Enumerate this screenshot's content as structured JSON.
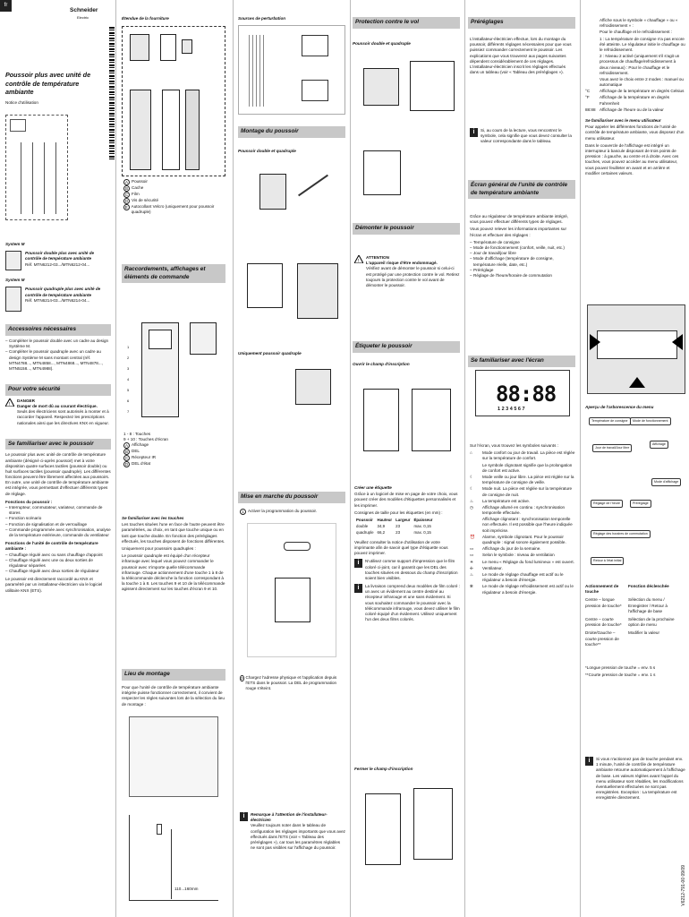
{
  "lang_tab": "fr",
  "brand": {
    "name": "Schneider",
    "sub": "Electric"
  },
  "col1": {
    "title": "Poussoir plus avec unité de contrôle de température ambiante",
    "subtitle": "Notice d'utilisation",
    "systems": [
      {
        "system": "System M",
        "name": "Poussoir double plus avec unité de contrôle de température ambiante",
        "ref": "Réf. MTN6212-03.../MTN6212-04..."
      },
      {
        "system": "System M",
        "name": "Poussoir quadruple plus avec unité de contrôle de température ambiante",
        "ref": "Réf. MTN6214-03.../MTN6214-04..."
      }
    ],
    "accessories_title": "Accessoires nécessaires",
    "accessories": [
      "Compléter le poussoir double avec un cadre au design Système M.",
      "Compléter le poussoir quadruple avec un cadre au design Système M sans montant central (réf. MTN4788..., MTN4858..., MTN4868..., MTN4878..., MTN5158..., MTN4988)."
    ],
    "safety_title": "Pour votre sécurité",
    "danger_title": "DANGER",
    "danger_sub": "Danger de mort dû au courant électrique.",
    "danger_text": "Seuls des électriciens sont autorisés à monter et à raccorder l'appareil. Respectez les prescriptions nationales ainsi que les directives KNX en vigueur.",
    "familiar_title": "Se familiariser avec le poussoir",
    "familiar_text": "Le poussoir plus avec unité de contrôle de température ambiante (désigné ci-après poussoir) met à votre disposition quatre surfaces tactiles (poussoir double) ou huit surfaces tactiles (poussoir quadruple). Les différentes fonctions peuvent être librement affectées aux poussoirs. En outre, une unité de contrôle de température ambiante est intégrée, vous permettant d'effectuer différents types de réglage.",
    "functions_title": "Fonctions du poussoir :",
    "functions": [
      "Interrupteur, commutateur, variateur, commande de stores",
      "Fonction scénario",
      "Fonction de signalisation et de verrouillage",
      "Commande programmée avec synchronisation, analyse de la température extérieure, commande du ventilateur"
    ],
    "temp_title": "Fonctions de l'unité de contrôle de température ambiante :",
    "temp_functions": [
      "Chauffage régulé avec ou sans chauffage d'appoint",
      "Chauffage régulé avec une ou deux sorties de régulateur séparées",
      "Chauffage régulé avec deux sorties de régulateur"
    ],
    "etc_text": "Le poussoir est directement raccordé au KNX et paramétré par un installateur-électricien via le logiciel utilitaire KNX (ETS)."
  },
  "col2": {
    "delivery_title": "Étendue de la fourniture",
    "parts": [
      {
        "key": "A",
        "label": "Poussoir"
      },
      {
        "key": "B",
        "label": "Cache"
      },
      {
        "key": "C",
        "label": "Film"
      },
      {
        "key": "D",
        "label": "Vis de sécurité"
      },
      {
        "key": "E",
        "label": "Autocollant Velcro (uniquement pour poussoir quadruple)"
      }
    ],
    "conn_title": "Raccordements, affichages et éléments de commande",
    "conn_legend": [
      "1 - 8 : Touches",
      "9 + 10 : Touches d'écran"
    ],
    "conn_keys": [
      {
        "key": "A",
        "label": "Affichage"
      },
      {
        "key": "B",
        "label": "DEL"
      },
      {
        "key": "C",
        "label": "Récepteur IR"
      },
      {
        "key": "D",
        "label": "DEL d'état"
      }
    ],
    "touches_title": "Se familiariser avec les touches",
    "touches_text": "Les touches situées l'une en face de l'autre peuvent être paramétrées, au choix, en tant que touche unique ou en tant que touche double. En fonction des préréglages effectués, les touches disposent de fonctions différentes.",
    "touches_text2": "Uniquement pour poussoirs quadruples :",
    "touches_text3": "Le poussoir quadruple est équipé d'un récepteur infrarouge avec lequel vous pouvez commander le poussoir avec n'importe quelle télécommande infrarouge. Chaque actionnement d'une touche 1 à 8 de la télécommande déclenche la fonction correspondant à la touche 1 à 8. Les touches 9 et 10 de la télécommande agissent directement sur les touches d'écran 9 et 10.",
    "mount_title": "Lieu de montage",
    "mount_text": "Pour que l'unité de contrôle de température ambiante intégrée puisse fonctionner correctement, il convient de respecter les règles suivantes lors de la sélection du lieu de montage :",
    "height": "110...160mm"
  },
  "col3": {
    "disturb_title": "Sources de perturbation",
    "montage_title": "Montage du poussoir",
    "montage_sub": "Poussoir double et quadruple",
    "quad_only": "Uniquement poussoir quadruple",
    "startup_title": "Mise en marche du poussoir",
    "startup_step1": "Activer la programmation du poussoir.",
    "startup_step2": "Chargez l'adresse physique et l'application depuis l'ETS dans le poussoir. La DEL de programmation rouge s'éteint.",
    "remark_title": "Remarque à l'attention de l'installateur-électricien",
    "remark_text": "Veuillez toujours noter dans le tableau de configuration les réglages importants que vous avez effectués dans l'ETS (voir « Tableau des préréglages »), car tous les paramètres réglables ne sont pas visibles sur l'affichage du poussoir."
  },
  "col4": {
    "protect_title": "Protection contre le vol",
    "protect_sub": "Poussoir double et quadruple",
    "remove_title": "Démonter le poussoir",
    "attention": "ATTENTION",
    "attention_sub": "L'appareil risque d'être endommagé.",
    "attention_text": "Vérifiez avant de démonter le poussoir si celui-ci est protégé par une protection contre le vol. Retirez toujours la protection contre le vol avant de démonter le poussoir.",
    "label_title": "Étiqueter le poussoir",
    "label_sub": "Ouvrir le champ d'inscription",
    "create_title": "Créer une étiquette",
    "create_text": "Grâce à un logiciel de mise en page de votre choix, vous pouvez créer des modèles d'étiquettes personnalisés et les imprimer.",
    "dims_intro": "Consignes de taille pour les étiquettes (en mm) :",
    "dims_headers": [
      "Poussoir",
      "Hauteur",
      "Largeur",
      "Épaisseur"
    ],
    "dims_rows": [
      [
        "double",
        "34,9",
        "23",
        "max. 0,15"
      ],
      [
        "quadruple",
        "66,2",
        "23",
        "max. 0,15"
      ]
    ],
    "dims_note": "Veuillez consulter la notice d'utilisation de votre imprimante afin de savoir quel type d'étiquette vous pouvez imprimer.",
    "note1": "N'utilisez comme support d'impression que le film coloré ci-joint, car il garantit que les DEL des touches situées en dessous du champ d'inscription soient bien visibles.",
    "note2": "La livraison comprend deux modèles de film coloré : un avec un évidement au centre destiné au récepteur infrarouge et une sans évidement. Si vous souhaitez commander le poussoir avec la télécommande infrarouge, vous devez utiliser le film coloré équipé d'un évidement. Utilisez uniquement l'un des deux films colorés.",
    "close_title": "Fermer le champ d'inscription"
  },
  "col5": {
    "preset_title": "Préréglages",
    "preset_text": "L'installateur-électricien effectue, lors du montage du poussoir, différents réglages nécessaires pour que vous puissiez commander correctement le poussoir. Les explications que vous trouverez aux pages suivantes dépendent considérablement de ces réglages. L'installateur-électricien inscrit les réglages effectués dans un tableau (voir « Tableau des préréglages »).",
    "preset_note": "Si, au cours de la lecture, vous rencontrez le symbole, cela signifie que vous devez consulter la valeur correspondante dans le tableau.",
    "screen_title": "Écran général de l'unité de contrôle de température ambiante",
    "screen_text": "Grâce au régulateur de température ambiante intégré, vous pouvez effectuer différents types de réglages.",
    "screen_text2": "Vous pouvez relever les informations importantes sur l'écran et effectuer des réglages :",
    "screen_items": [
      "Température de consigne",
      "Mode de fonctionnement (confort, veille, nuit, etc.)",
      "Jour de travail/jour libre",
      "Mode d'affichage (température de consigne, température réelle, date, etc.)",
      "Préréglage",
      "Réglage de l'heure/horaire de commutation"
    ],
    "screen2_title": "Se familiariser avec l'écran",
    "lcd_digits": "88:88",
    "lcd_days": "1 2 3 4 5 6 7",
    "screen2_intro": "Sur l'écran, vous trouvez les symboles suivants :",
    "symbols": [
      "Mode confort ou jour de travail. La pièce est réglée sur la température de confort.",
      "Le symbole clignotant signifie que la prolongation de confort est active.",
      "Mode veille ou jour libre. La pièce est réglée sur la température de consigne de veille.",
      "Mode nuit. La pièce est réglée sur la température de consigne de nuit.",
      "La température est active.",
      "Affichage allumé en continu : synchronisation temporelle effectuée.",
      "Affichage clignotant : synchronisation temporelle non effectuée. Il est possible que l'heure indiquée soit imprécise.",
      "Alarme, symbole clignotant. Pour le poussoir quadruple : signal sonore également possible.",
      "Affichage du jour de la semaine.",
      "Selon le symbole : niveau de ventilation",
      "Le menu « Réglage du fond lumineux » est ouvert.",
      "Ventilateur.",
      "Le mode de réglage chauffage est actif ou le régulateur a besoin d'énergie.",
      "Le mode de réglage refroidissement est actif ou le régulateur a besoin d'énergie."
    ]
  },
  "col6": {
    "display_items": [
      {
        "k": "",
        "v": "Affiche sous le symbole « chauffage » ou « refroidissement » :"
      },
      {
        "k": "",
        "v": "Pour le chauffage et le refroidissement :"
      },
      {
        "k": "",
        "v": "1 : La température de consigne n'a pas encore été atteinte. Le régulateur initie le chauffage ou le refroidissement."
      },
      {
        "k": "",
        "v": "2 : Niveau 2 activé (uniquement s'il s'agit un processus de chauffage/refroidissement à deux niveaux) : Pour le chauffage et le refroidissement."
      },
      {
        "k": "",
        "v": "Vous avez le choix entre 2 modes : manuel ou automatique"
      },
      {
        "k": "°C",
        "v": "Affichage de la température en degrés Celsius"
      },
      {
        "k": "°F",
        "v": "Affichage de la température en degrés Fahrenheit"
      },
      {
        "k": "88:88",
        "v": "Affichage de l'heure ou de la valeur"
      }
    ],
    "menu_title": "Se familiariser avec le menu utilisateur",
    "menu_text": "Pour appeler les différentes fonctions de l'unité de contrôle de température ambiante, vous disposez d'un menu utilisateur.",
    "menu_text2": "Dans le couvercle de l'affichage est intégré un interrupteur à bascule disposant de trois points de pression : à gauche, au centre et à droite. Avec ces touches, vous pouvez accéder au menu utilisateur, vous pouvez feuilleter en avant et en arrière et modifier certaines valeurs.",
    "tree_title": "Aperçu de l'arborescence du menu",
    "tree_nodes": [
      "Température de consigne",
      "Mode de fonctionnement",
      "Jour de travail/Jour libre",
      "Affichage",
      "Mode d'affichage",
      "Préréglage",
      "Réglage de l'heure",
      "Réglage des horaires de commutation",
      "Retour à l'état initial"
    ],
    "actions_header": [
      "Actionnement de touche",
      "Fonction déclenchée"
    ],
    "actions": [
      {
        "k": "Centre – longue pression de touche*",
        "v": "Sélection du menu / Enregistrer / Retour à l'affichage de base"
      },
      {
        "k": "Centre – courte pression de touche*",
        "v": "Sélection de la prochaine option de menu"
      },
      {
        "k": "Droite/Gauche – courte pression de touche**",
        "v": "Modifier la valeur"
      }
    ],
    "footnote1": "*Longue pression de touche = env. 5 s",
    "footnote2": "**Courte pression de touche = env. 1 s",
    "final_note": "Si vous n'actionnez pas de touche pendant env. 1 minute, l'unité de contrôle de température ambiante retourne automatiquement à l'affichage de base. Les valeurs réglées avant l'appel du menu utilisateur sont rétablies, les modifications éventuellement effectuées ne sont pas enregistrées. Exception : La température est enregistrée directement.",
    "doc_code": "V6212-791-00 09/09"
  }
}
